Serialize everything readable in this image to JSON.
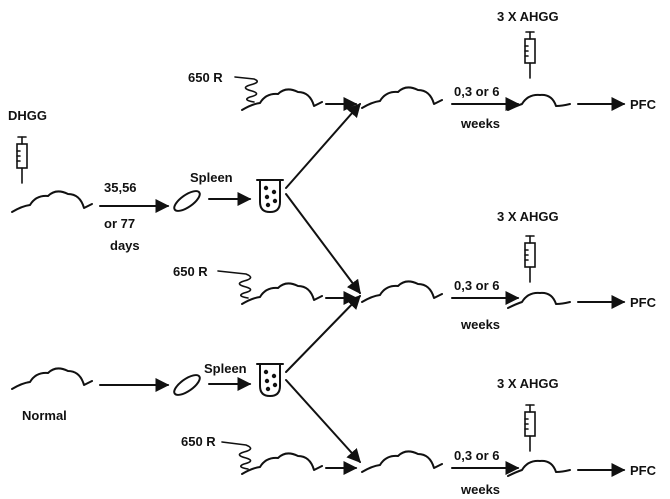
{
  "labels": {
    "dhgg": "DHGG",
    "days_line1": "35,56",
    "days_line2": "or 77",
    "days_line3": "days",
    "spleen": "Spleen",
    "normal": "Normal",
    "radiation": "650 R",
    "boost": "3 X AHGG",
    "interval": "0,3 or 6",
    "weeks": "weeks",
    "result": "PFC"
  }
}
